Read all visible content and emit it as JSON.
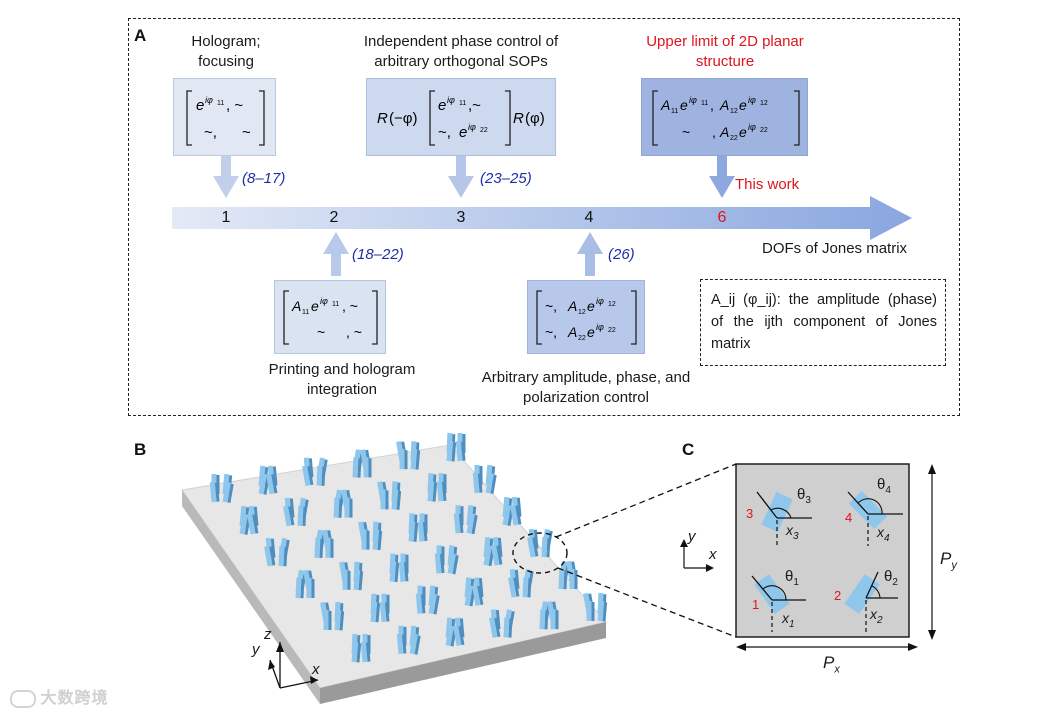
{
  "panel_a": {
    "letter": "A",
    "timeline_label": "DOFs of Jones matrix",
    "ticks": [
      "1",
      "2",
      "3",
      "4",
      "6"
    ],
    "steps": [
      {
        "caption": "Hologram; focusing",
        "cite": "(8–17)"
      },
      {
        "caption": "Printing and hologram integration",
        "cite": "(18–22)"
      },
      {
        "caption": "Independent phase control of arbitrary orthogonal SOPs",
        "cite": "(23–25)"
      },
      {
        "caption": "Arbitrary amplitude, phase, and polarization control",
        "cite": "(26)"
      },
      {
        "caption": "Upper limit of 2D planar structure",
        "cite": "This work"
      }
    ],
    "legend": "A_ij (φ_ij): the amplitude (phase) of the ijth component of Jones matrix"
  },
  "panel_b": {
    "letter": "B",
    "axes": {
      "x": "x",
      "y": "y",
      "z": "z"
    }
  },
  "panel_c": {
    "letter": "C",
    "labels": {
      "px": "P",
      "px_sub": "x",
      "py": "P",
      "py_sub": "y",
      "axis_x": "x",
      "axis_y": "y"
    },
    "cells": [
      {
        "num": "3",
        "theta": "θ",
        "theta_sub": "3",
        "x": "x",
        "x_sub": "3"
      },
      {
        "num": "4",
        "theta": "θ",
        "theta_sub": "4",
        "x": "x",
        "x_sub": "4"
      },
      {
        "num": "1",
        "theta": "θ",
        "theta_sub": "1",
        "x": "x",
        "x_sub": "1"
      },
      {
        "num": "2",
        "theta": "θ",
        "theta_sub": "2",
        "x": "x",
        "x_sub": "2"
      }
    ]
  },
  "watermark": "大数跨境",
  "colors": {
    "box_light": "#e1e8f4",
    "box_mid": "#c9d6ee",
    "box_dark": "#9eb3df",
    "arrow": "#a9bde5",
    "arrow_dark": "#8ea8df",
    "red": "#e0141e",
    "cite_blue": "#1e2fa8",
    "nanofin": "#8fc7ec",
    "substrate": "#e6e6e6"
  }
}
